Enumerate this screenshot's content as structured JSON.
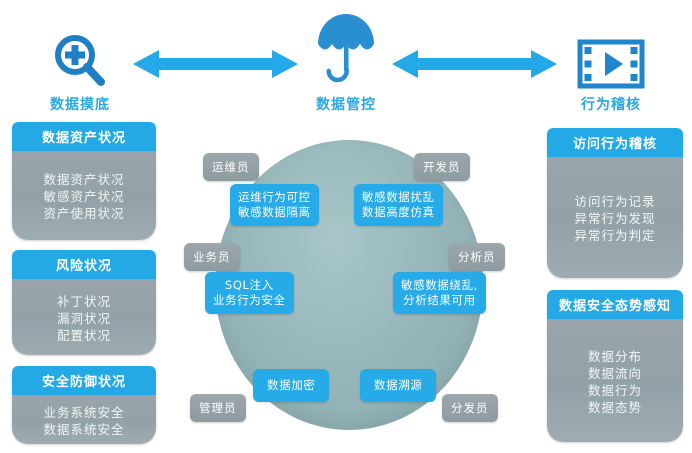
{
  "pillars": [
    {
      "id": "left",
      "icon": "magnifier-plus-icon",
      "caption": "数据摸底"
    },
    {
      "id": "center",
      "icon": "umbrella-icon",
      "caption": "数据管控"
    },
    {
      "id": "right",
      "icon": "film-play-icon",
      "caption": "行为稽核"
    }
  ],
  "arrows": [
    {
      "id": "left-arrow",
      "name": "double-arrow-left"
    },
    {
      "id": "right-arrow",
      "name": "double-arrow-right"
    }
  ],
  "left_cards": [
    {
      "title": "数据资产状况",
      "lines": [
        "数据资产状况",
        "敏感资产状况",
        "资产使用状况"
      ]
    },
    {
      "title": "风险状况",
      "lines": [
        "补丁状况",
        "漏洞状况",
        "配置状况"
      ]
    },
    {
      "title": "安全防御状况",
      "lines": [
        "业务系统安全",
        "数据系统安全"
      ]
    }
  ],
  "right_cards": [
    {
      "title": "访问行为稽核",
      "lines": [
        "访问行为记录",
        "异常行为发现",
        "异常行为判定"
      ]
    },
    {
      "title": "数据安全态势感知",
      "lines": [
        "数据分布",
        "数据流向",
        "数据行为",
        "数据态势"
      ]
    }
  ],
  "roles": [
    {
      "label": "运维员"
    },
    {
      "label": "开发员"
    },
    {
      "label": "业务员"
    },
    {
      "label": "分析员"
    },
    {
      "label": "管理员"
    },
    {
      "label": "分发员"
    }
  ],
  "capabilities": [
    {
      "line1": "运维行为可控",
      "line2": "敏感数据隔离"
    },
    {
      "line1": "敏感数据扰乱",
      "line2": "数据高度仿真"
    },
    {
      "line1": "SQL注入",
      "line2": "业务行为安全"
    },
    {
      "line1": "敏感数据绕乱,",
      "line2": "分析结果可用"
    },
    {
      "line1": "数据加密",
      "line2": ""
    },
    {
      "line1": "数据溯源",
      "line2": ""
    }
  ],
  "colors": {
    "accent_blue": "#26aae8",
    "caption_blue": "#2aa9e0",
    "panel_grey": "#94a0a6",
    "disc_teal": "#94b4b8"
  }
}
